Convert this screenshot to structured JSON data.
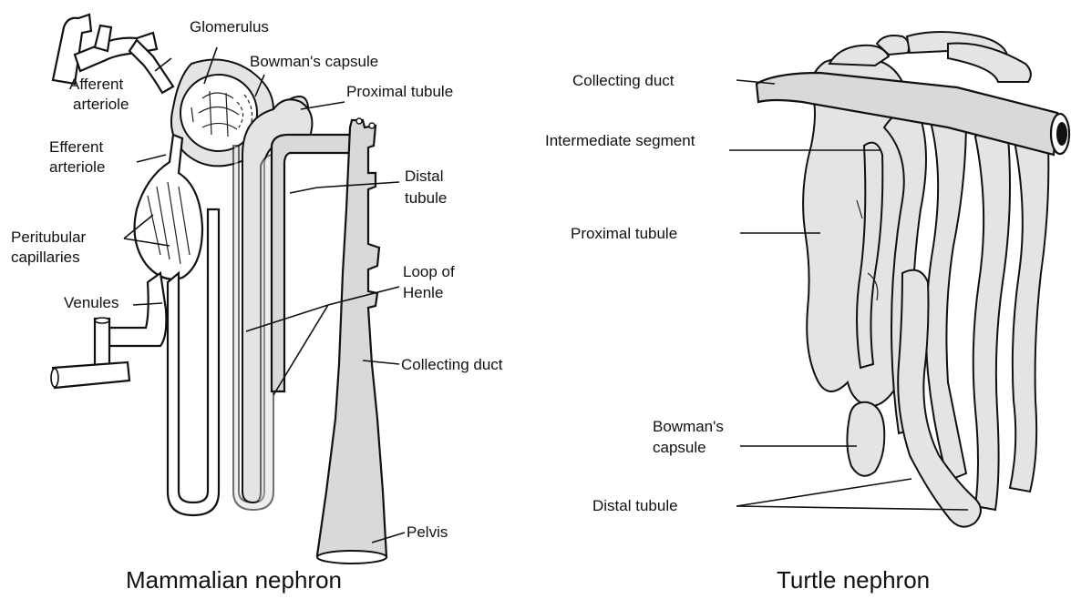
{
  "mammalian": {
    "caption": "Mammalian nephron",
    "labels": {
      "glomerulus": "Glomerulus",
      "bowmans_capsule": "Bowman's capsule",
      "afferent_1": "Afferent",
      "afferent_2": "arteriole",
      "proximal_tubule": "Proximal tubule",
      "efferent_1": "Efferent",
      "efferent_2": "arteriole",
      "distal_1": "Distal",
      "distal_2": "tubule",
      "peritubular_1": "Peritubular",
      "peritubular_2": "capillaries",
      "loop_1": "Loop of",
      "loop_2": "Henle",
      "venules": "Venules",
      "collecting_duct": "Collecting duct",
      "pelvis": "Pelvis"
    }
  },
  "turtle": {
    "caption": "Turtle nephron",
    "labels": {
      "collecting_duct": "Collecting duct",
      "intermediate_segment": "Intermediate segment",
      "proximal_tubule": "Proximal tubule",
      "bowmans_1": "Bowman's",
      "bowmans_2": "capsule",
      "distal_tubule": "Distal tubule"
    }
  }
}
